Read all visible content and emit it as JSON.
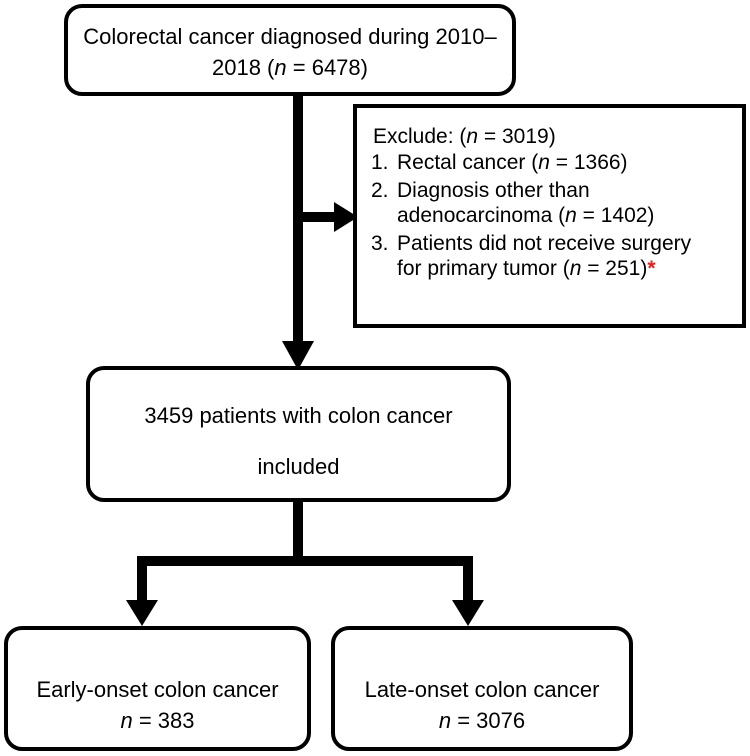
{
  "top_box": {
    "line1": "Colorectal cancer diagnosed during 2010–",
    "line2_pre": "2018 (",
    "n_symbol": "n",
    "line2_post": " = 6478)"
  },
  "exclude_box": {
    "header_pre": "Exclude: (",
    "n_symbol": "n",
    "header_post": " = 3019)",
    "items": [
      {
        "number": "1.",
        "line1_pre": "Rectal cancer (",
        "line1_post": " = 1366)"
      },
      {
        "number": "2.",
        "line1": "Diagnosis other than",
        "line2_pre": "adenocarcinoma (",
        "line2_post": " = 1402)"
      },
      {
        "number": "3.",
        "line1": "Patients did not receive surgery",
        "line2_pre": "for primary tumor (",
        "line2_post": " = 251)",
        "footnote_mark": "*"
      }
    ],
    "footnote_color": "#e0201e"
  },
  "middle_box": {
    "line1": "3459 patients with colon cancer",
    "line2": "included"
  },
  "left_box": {
    "title": "Early-onset colon cancer",
    "n_symbol": "n",
    "n_value": " = 383"
  },
  "right_box": {
    "title": "Late-onset colon cancer",
    "n_symbol": "n",
    "n_value": " = 3076"
  },
  "colors": {
    "stroke": "#000000",
    "background": "#ffffff"
  }
}
